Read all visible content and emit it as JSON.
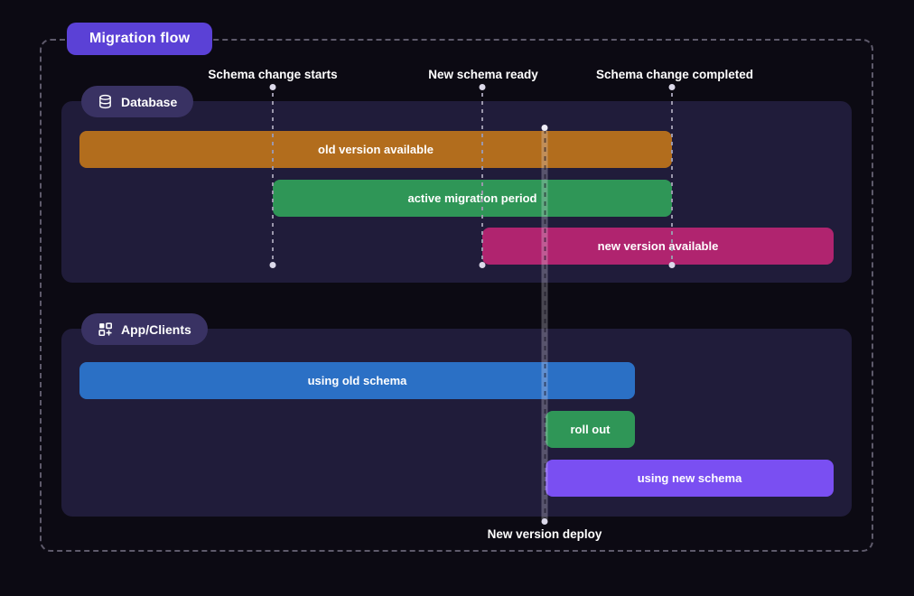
{
  "title_badge": {
    "label": "Migration flow"
  },
  "sections": {
    "database": {
      "label": "Database",
      "icon": "database-icon"
    },
    "app": {
      "label": "App/Clients",
      "icon": "apps-plus-icon"
    }
  },
  "milestones": {
    "schema_change_starts": "Schema change starts",
    "new_schema_ready": "New schema ready",
    "schema_change_completed": "Schema change completed",
    "new_version_deploy": "New version deploy"
  },
  "bars": {
    "old_version": {
      "label": "old version available",
      "color": "#b26d1d",
      "section": "database",
      "starts_at": "diagram start",
      "ends_at": "Schema change completed"
    },
    "active_migration": {
      "label": "active migration period",
      "color": "#2f9657",
      "section": "database",
      "starts_at": "Schema change starts",
      "ends_at": "Schema change completed"
    },
    "new_version": {
      "label": "new version available",
      "color": "#b0246f",
      "section": "database",
      "starts_at": "New schema ready",
      "ends_at": "diagram end"
    },
    "using_old": {
      "label": "using old schema",
      "color": "#2b70c5",
      "section": "app",
      "starts_at": "diagram start",
      "ends_at": "after New version deploy"
    },
    "roll_out": {
      "label": "roll out",
      "color": "#2f9657",
      "section": "app",
      "starts_at": "New version deploy",
      "ends_at": "after New version deploy"
    },
    "using_new": {
      "label": "using new schema",
      "color": "#7a4ff2",
      "section": "app",
      "starts_at": "New version deploy",
      "ends_at": "diagram end"
    }
  },
  "colors": {
    "page_background": "#0c0a13",
    "panel_background": "#201c3a",
    "title_badge_background": "#5b41d6",
    "section_badge_background": "#393263",
    "dashed_border": "#5e5a6b",
    "guide_dot": "#dcd9ea",
    "text": "#ffffff"
  }
}
